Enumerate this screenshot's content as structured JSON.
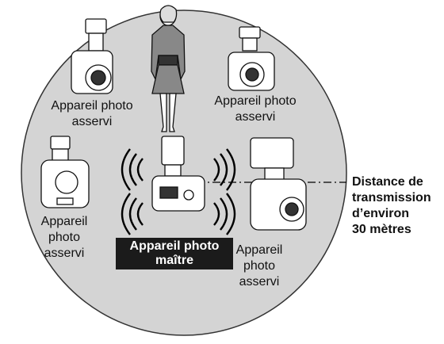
{
  "labels": {
    "slave_top_left": [
      "Appareil photo",
      "asservi"
    ],
    "slave_top_right": [
      "Appareil photo",
      "asservi"
    ],
    "slave_left": [
      "Appareil",
      "photo",
      "asservi"
    ],
    "slave_right": [
      "Appareil",
      "photo",
      "asservi"
    ],
    "master": [
      "Appareil photo",
      "maître"
    ],
    "distance": [
      "Distance de",
      "transmission",
      "d’environ",
      "30 mètres"
    ]
  },
  "colors": {
    "circle_fill": "#d4d4d4",
    "circle_stroke": "#333333",
    "master_bg": "#1b1b1b",
    "line": "#000000"
  },
  "icons": {
    "camera": "camera-with-flash-icon",
    "person": "person-icon",
    "waves": "wireless-waves-icon"
  }
}
